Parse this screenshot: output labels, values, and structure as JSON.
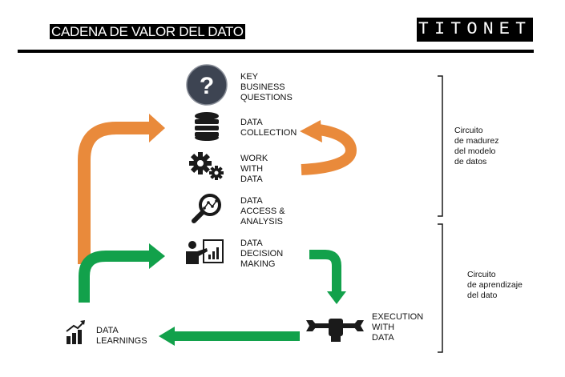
{
  "header": {
    "title": "CADENA DE VALOR DEL DATO",
    "logo": "TITONET"
  },
  "steps": {
    "questions": [
      "KEY",
      "BUSINESS",
      "QUESTIONS"
    ],
    "collection": [
      "DATA",
      "COLLECTION"
    ],
    "work": [
      "WORK",
      "WITH",
      "DATA"
    ],
    "access": [
      "DATA",
      "ACCESS &",
      "ANALYSIS"
    ],
    "decision": [
      "DATA",
      "DECISION",
      "MAKING"
    ],
    "execution": [
      "EXECUTION",
      "WITH",
      "DATA"
    ],
    "learnings": [
      "DATA",
      "LEARNINGS"
    ]
  },
  "icons": {
    "questions": "question-mark-icon",
    "collection": "database-icon",
    "work": "gears-icon",
    "access": "magnifier-icon",
    "decision": "presenter-icon",
    "execution": "wrench-fist-icon",
    "learnings": "growth-chart-icon",
    "question_glyph": "?"
  },
  "circuits": {
    "maturity": [
      "Circuito",
      "de madurez",
      "del modelo",
      "de datos"
    ],
    "learning": [
      "Circuito",
      "de aprendizaje",
      "del dato"
    ]
  },
  "colors": {
    "orange": "#E98A3B",
    "green": "#12A14B",
    "icon_dark": "#1a1a1a",
    "question_circle": "#3d4452"
  }
}
